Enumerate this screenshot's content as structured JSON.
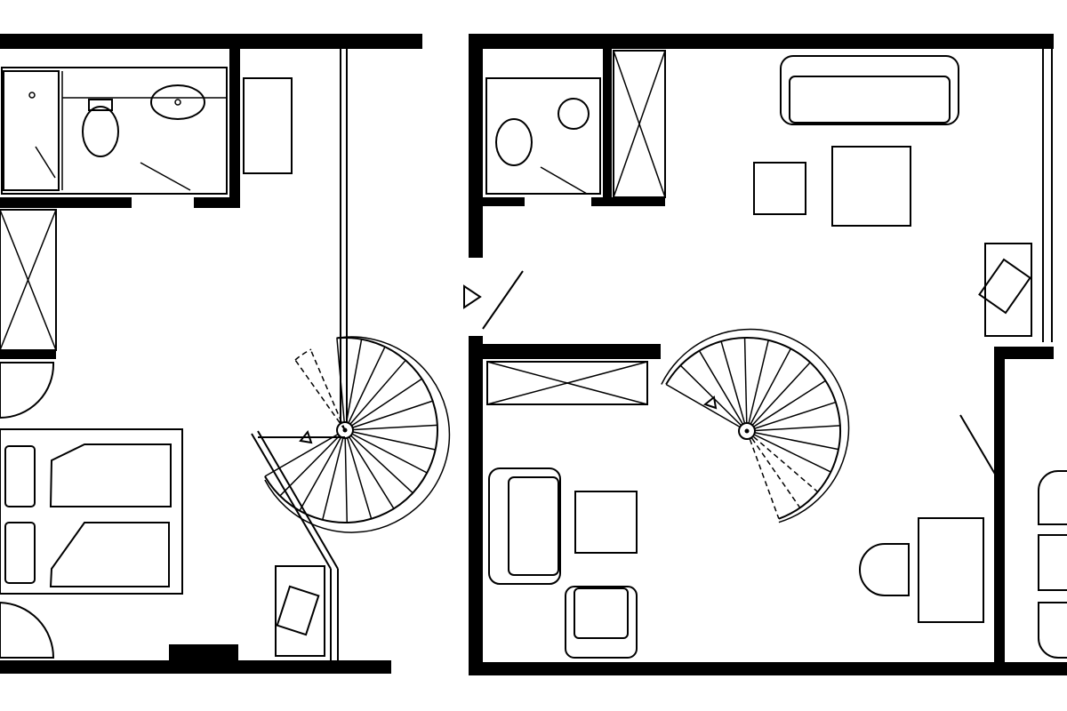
{
  "colors": {
    "line": "#000000",
    "background": "#ffffff"
  },
  "plans": [
    {
      "id": "lower-level",
      "stair": "spiral"
    },
    {
      "id": "upper-level",
      "stair": "spiral"
    }
  ]
}
